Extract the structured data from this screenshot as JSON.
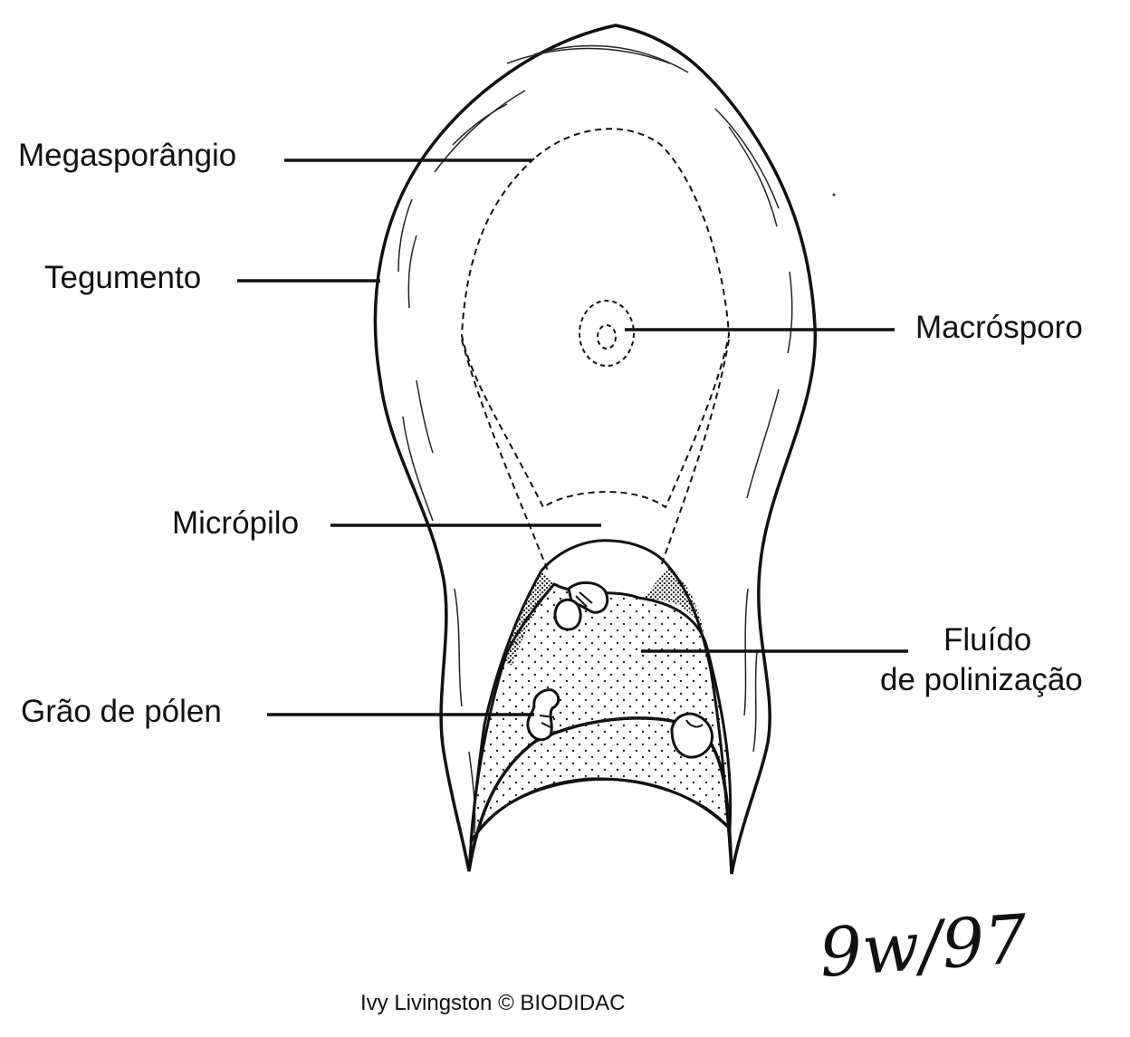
{
  "labels": {
    "megasporangio": "Megasporângio",
    "tegumento": "Tegumento",
    "macrosporo": "Macrósporo",
    "micropilo": "Micrópilo",
    "fluido_line1": "Fluído",
    "fluido_line2": "de polinização",
    "grao_de_polen": "Grão de pólen"
  },
  "credit": "Ivy Livingston © BIODIDAC",
  "signature": "9w/97",
  "colors": {
    "ink": "#111111",
    "background": "#ffffff"
  }
}
